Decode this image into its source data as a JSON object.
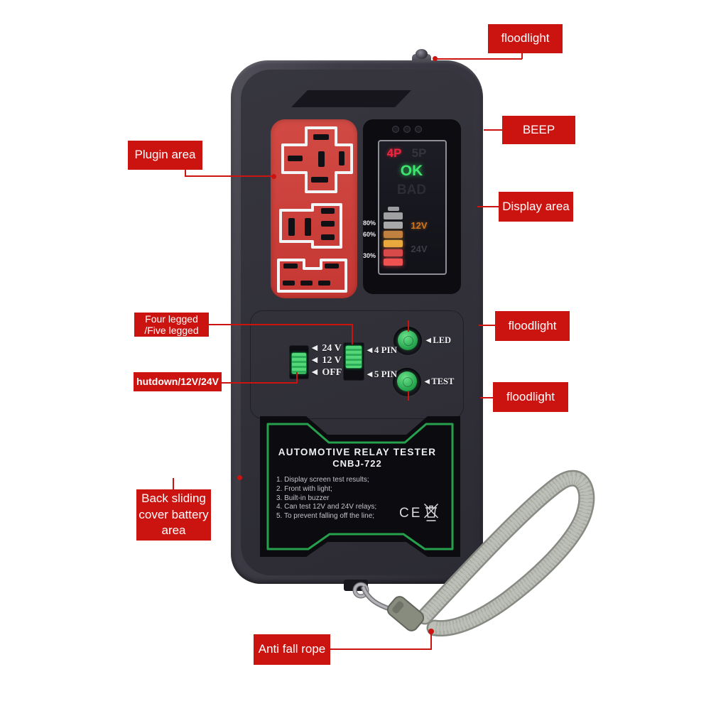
{
  "colors": {
    "annotation_red": "#cb1310",
    "device_green": "#2bb254",
    "plugin_red": "#ce403c",
    "screen_ok_green": "#3fe46e",
    "screen_4p_red": "#f2243e",
    "v12_orange": "#d0751f"
  },
  "annotations": {
    "floodlight_top": "floodlight",
    "beep": "BEEP",
    "plugin_area": "Plugin area",
    "display_area": "Display area",
    "floodlight_mid": "floodlight",
    "floodlight_low": "floodlight",
    "four_five_legged": "Four legged\n/Five legged",
    "shutdown": "hutdown/12V/24V",
    "battery_cover": "Back sliding cover battery area",
    "anti_fall_rope": "Anti fall rope"
  },
  "device": {
    "screen": {
      "p4": "4P",
      "p5": "5P",
      "ok": "OK",
      "bad": "BAD",
      "pct_80": "80%",
      "pct_60": "60%",
      "pct_30": "30%",
      "v12": "12V",
      "v24": "24V"
    },
    "controls": {
      "v24": "◄ 24 V",
      "v12": "◄ 12 V",
      "off": "◄ OFF",
      "pin4": "◄4 PIN",
      "pin5": "◄5 PIN",
      "led": "◄LED",
      "test": "◄TEST"
    },
    "plate": {
      "title": "AUTOMOTIVE RELAY TESTER",
      "model": "CNBJ-722",
      "features": [
        "1. Display screen test results;",
        "2. Front with light;",
        "3. Built-in buzzer",
        "4. Can test 12V and 24V relays;",
        "5. To prevent falling off the line;"
      ],
      "ce": "CE"
    }
  }
}
